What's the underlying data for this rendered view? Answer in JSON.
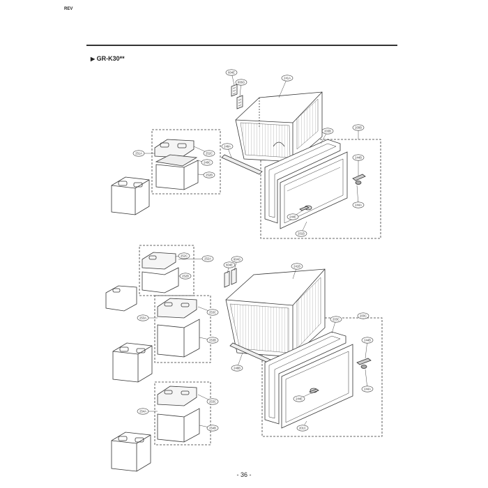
{
  "header": {
    "revision": "REV",
    "model": "GR-K30**",
    "model_marker": "▶"
  },
  "footer": {
    "page": "- 36 -"
  },
  "top_section": {
    "labels": {
      "p604E": "604E",
      "p606G": "606G",
      "p241A": "241A",
      "p251A": "251A",
      "p252C": "252C",
      "p248C": "248C",
      "p252B": "252B",
      "p248A": "248A",
      "p203B": "203B",
      "p200B": "200B",
      "p244B": "244B",
      "p244A": "244A",
      "p244E": "244E",
      "p201B": "201B"
    }
  },
  "bottom_section": {
    "labels": {
      "p252A": "252A",
      "p252C": "252C",
      "p252B": "252B",
      "p253A": "253A",
      "p253C": "253C",
      "p253B": "253B",
      "p254A": "254A",
      "p253C2": "253C",
      "p254B": "254B",
      "p604G": "604G",
      "p604E": "604E",
      "p241B": "241B",
      "p203C": "203C",
      "p200C": "200C",
      "p244B": "244B",
      "p244A": "244A",
      "p244E": "244E",
      "p248B": "248B",
      "p201C": "201C"
    }
  }
}
